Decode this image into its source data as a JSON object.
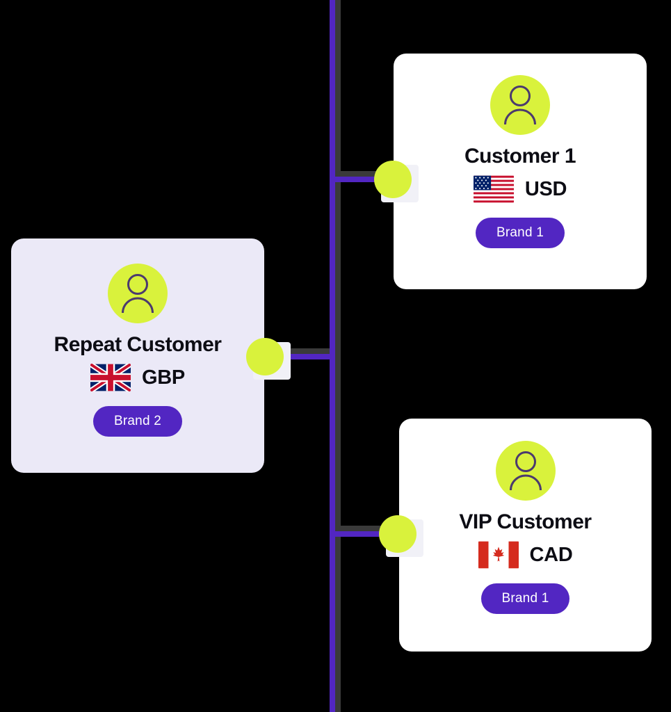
{
  "diagram": {
    "type": "customer-segment-tree",
    "background_color": "#000000",
    "accent_colors": {
      "connector_purple": "#5226c2",
      "connector_shadow": "#3a3a3a",
      "node_dot_yellow": "#d9f23c",
      "card_white": "#ffffff",
      "card_lilac": "#ebe9f7",
      "brand_pill": "#5226c2",
      "title_text": "#0d0d14"
    }
  },
  "nodes": [
    {
      "id": "repeat-customer",
      "title": "Repeat Customer",
      "avatar_icon": "user-avatar-icon",
      "flag_icon": "flag-gb-icon",
      "currency": "GBP",
      "brand_label": "Brand 2",
      "card_style": "lilac",
      "position": "left"
    },
    {
      "id": "customer-1",
      "title": "Customer 1",
      "avatar_icon": "user-avatar-icon",
      "flag_icon": "flag-us-icon",
      "currency": "USD",
      "brand_label": "Brand 1",
      "card_style": "white",
      "position": "right-top"
    },
    {
      "id": "vip-customer",
      "title": "VIP Customer",
      "avatar_icon": "user-avatar-icon",
      "flag_icon": "flag-ca-icon",
      "currency": "CAD",
      "brand_label": "Brand 1",
      "card_style": "white",
      "position": "right-bottom"
    }
  ],
  "connectors": {
    "trunk": "vertical-spine",
    "branches": [
      "to-customer-1",
      "to-repeat-customer",
      "to-vip-customer"
    ],
    "junction_dots": 3
  }
}
